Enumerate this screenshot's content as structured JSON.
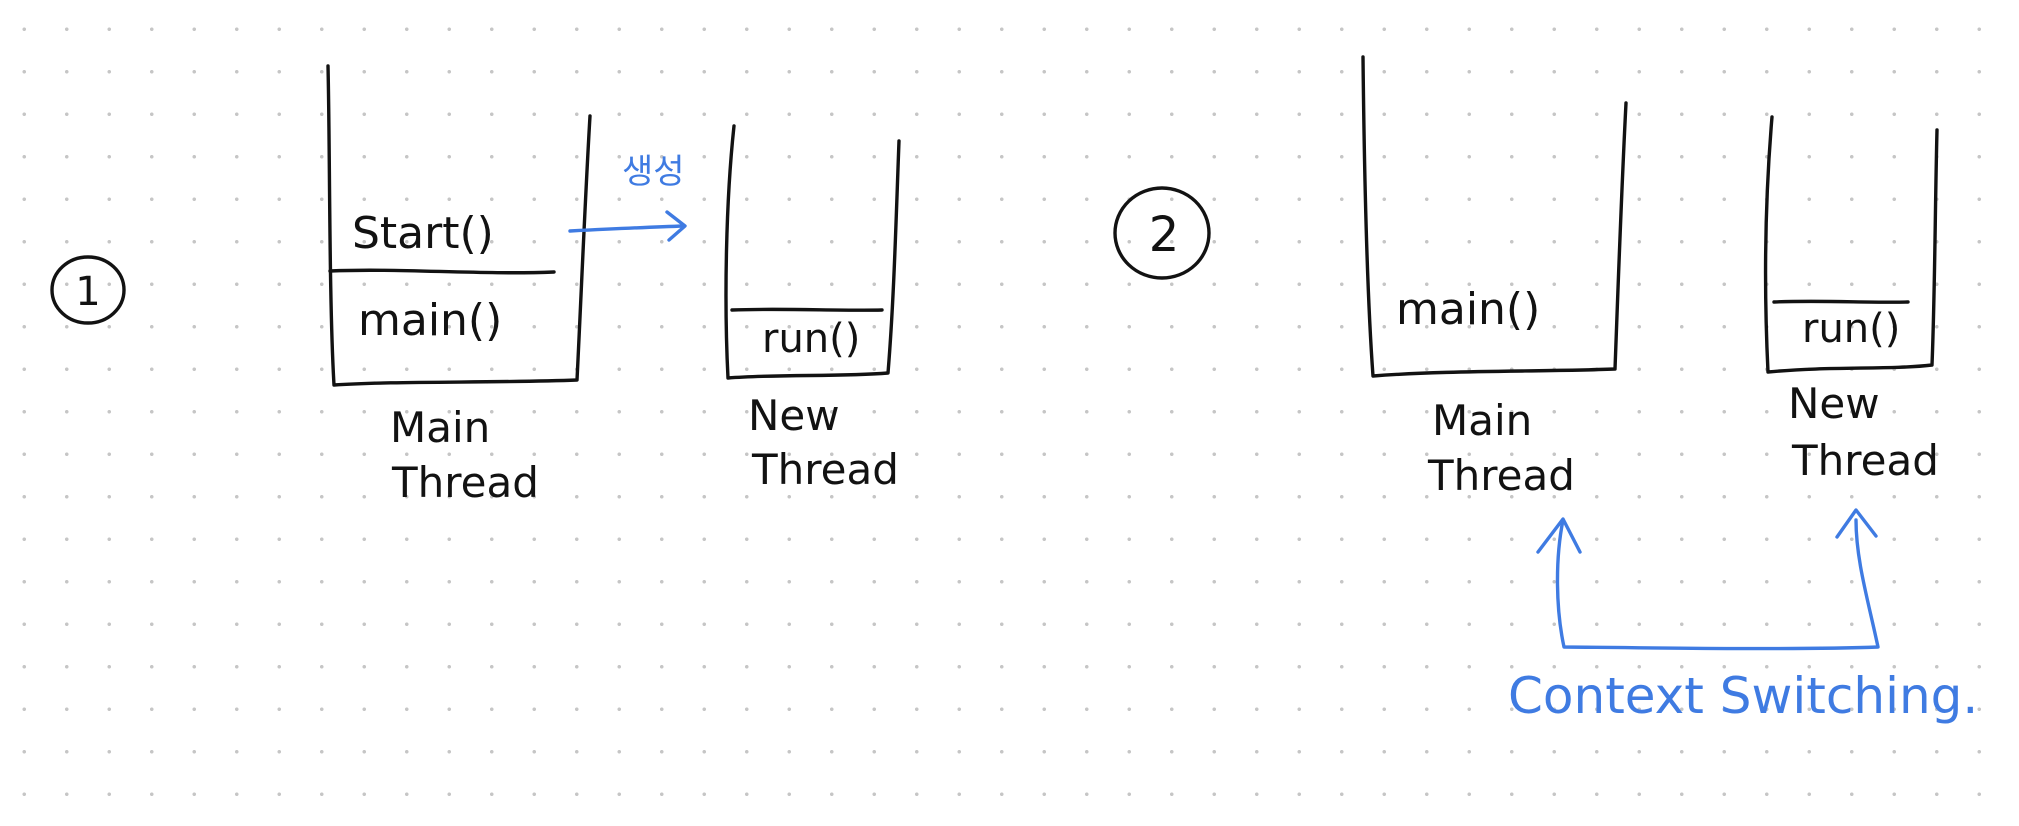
{
  "scene1": {
    "number": "1",
    "main_stack": {
      "frames": [
        "Start()",
        "main()"
      ],
      "label_line1": "Main",
      "label_line2": "Thread"
    },
    "create_label": "생성",
    "new_stack": {
      "frames": [
        "run()"
      ],
      "label_line1": "New",
      "label_line2": "Thread"
    }
  },
  "scene2": {
    "number": "2",
    "main_stack": {
      "frames": [
        "main()"
      ],
      "label_line1": "Main",
      "label_line2": "Thread"
    },
    "new_stack": {
      "frames": [
        "run()"
      ],
      "label_line1": "New",
      "label_line2": "Thread"
    },
    "switch_label": "Context Switching."
  },
  "colors": {
    "ink": "#121212",
    "accent": "#3f7be2",
    "grid_dot": "#c6c6c6"
  }
}
